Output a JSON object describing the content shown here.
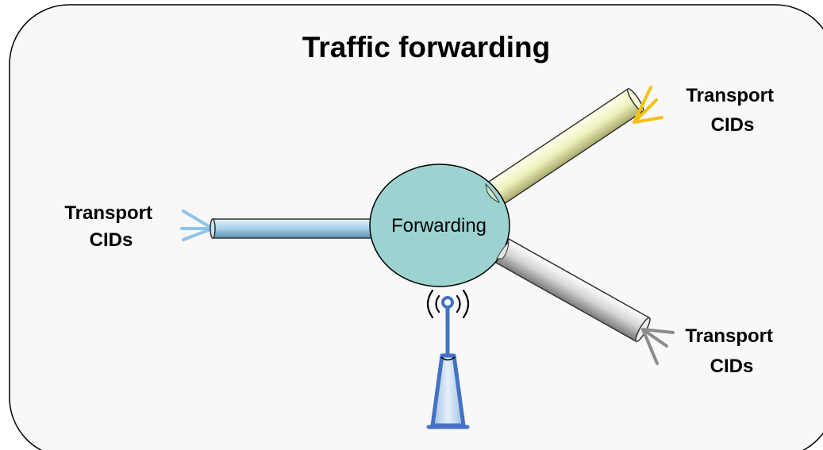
{
  "title": "Traffic forwarding",
  "hub": {
    "label": "Forwarding"
  },
  "links": {
    "left": {
      "line1": "Transport",
      "line2": "CIDs"
    },
    "upper_right": {
      "line1": "Transport",
      "line2": "CIDs"
    },
    "lower_right": {
      "line1": "Transport",
      "line2": "CIDs"
    }
  },
  "colors": {
    "panel_fill": "#f8f8f8",
    "hub_fill": "#9cd3d1",
    "left_pipe": "#a9cfe6",
    "upper_pipe": "#eef0be",
    "lower_pipe": "#d4d4d4",
    "left_fibers": "#8fc3ea",
    "upper_fibers": "#f5c013",
    "lower_fibers": "#8c8c8c",
    "antenna": "#4472c4",
    "tower_fill": "#c9ddf0"
  },
  "icons": [
    "wireless-signal-icon",
    "base-station-tower-icon"
  ]
}
